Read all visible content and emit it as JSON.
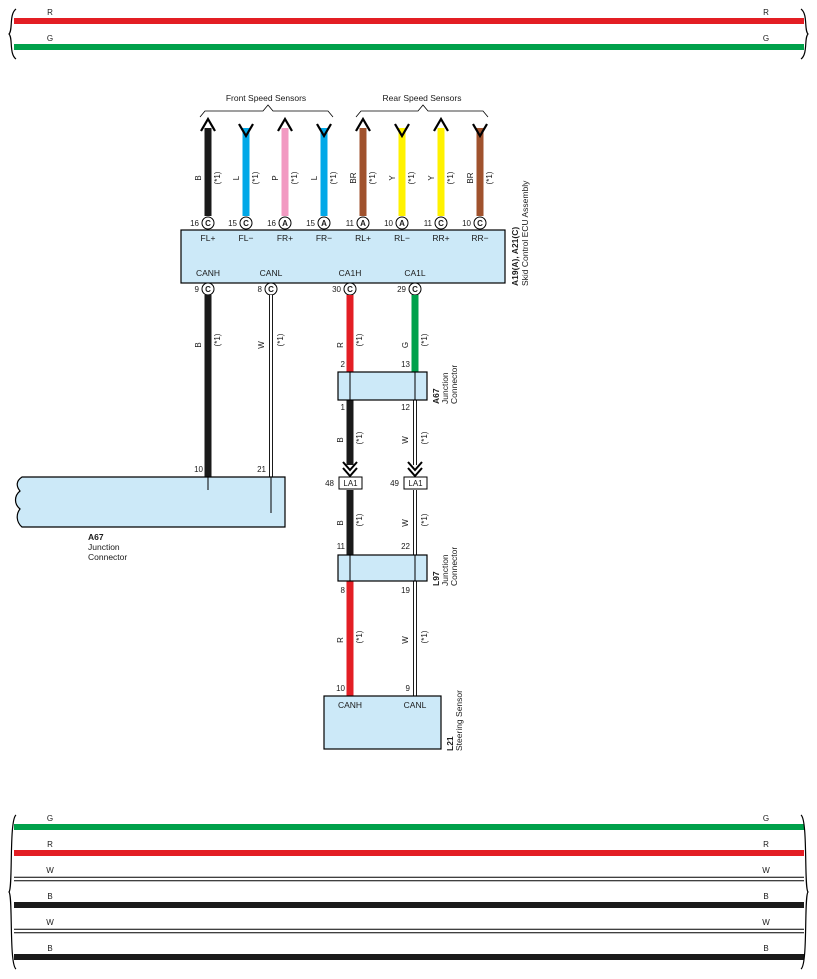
{
  "colors": {
    "R": "#e31e24",
    "G": "#00a14b",
    "B": "#1a1a1a",
    "W": "#ffffff",
    "L": "#00a8e8",
    "P": "#f29ac2",
    "BR": "#a0522d",
    "Y": "#fff200",
    "box_fill": "#cce9f8"
  },
  "top_bus": [
    {
      "left": "R",
      "right": "R",
      "color": "R"
    },
    {
      "left": "G",
      "right": "G",
      "color": "G"
    }
  ],
  "bottom_bus": [
    {
      "left": "G",
      "right": "G",
      "color": "G"
    },
    {
      "left": "R",
      "right": "R",
      "color": "R"
    },
    {
      "left": "W",
      "right": "W",
      "color": "W"
    },
    {
      "left": "B",
      "right": "B",
      "color": "B"
    },
    {
      "left": "W",
      "right": "W",
      "color": "W"
    },
    {
      "left": "B",
      "right": "B",
      "color": "B"
    }
  ],
  "groups": {
    "front": "Front Speed Sensors",
    "rear": "Rear Speed Sensors"
  },
  "ecu": {
    "code": "A19(A), A21(C)",
    "name": "Skid Control ECU Assembly",
    "top_pins": [
      {
        "num": "16",
        "conn": "C",
        "sig": "FL+",
        "wire": "B",
        "note": "(*1)",
        "dir": "up",
        "color": "B"
      },
      {
        "num": "15",
        "conn": "C",
        "sig": "FL−",
        "wire": "L",
        "note": "(*1)",
        "dir": "down",
        "color": "L"
      },
      {
        "num": "16",
        "conn": "A",
        "sig": "FR+",
        "wire": "P",
        "note": "(*1)",
        "dir": "up",
        "color": "P"
      },
      {
        "num": "15",
        "conn": "A",
        "sig": "FR−",
        "wire": "L",
        "note": "(*1)",
        "dir": "down",
        "color": "L"
      },
      {
        "num": "11",
        "conn": "A",
        "sig": "RL+",
        "wire": "BR",
        "note": "(*1)",
        "dir": "up",
        "color": "BR"
      },
      {
        "num": "10",
        "conn": "A",
        "sig": "RL−",
        "wire": "Y",
        "note": "(*1)",
        "dir": "down",
        "color": "Y"
      },
      {
        "num": "11",
        "conn": "C",
        "sig": "RR+",
        "wire": "Y",
        "note": "(*1)",
        "dir": "up",
        "color": "Y"
      },
      {
        "num": "10",
        "conn": "C",
        "sig": "RR−",
        "wire": "BR",
        "note": "(*1)",
        "dir": "down",
        "color": "BR"
      }
    ],
    "bottom_pins": [
      {
        "num": "9",
        "conn": "C",
        "sig": "CANH"
      },
      {
        "num": "8",
        "conn": "C",
        "sig": "CANL"
      },
      {
        "num": "30",
        "conn": "C",
        "sig": "CA1H"
      },
      {
        "num": "29",
        "conn": "C",
        "sig": "CA1L"
      }
    ]
  },
  "wires": {
    "canh_wire": "B",
    "canh_note": "(*1)",
    "canl_wire": "W",
    "canl_note": "(*1)",
    "ca1h_wire": "R",
    "ca1h_note": "(*1)",
    "ca1l_wire": "G",
    "ca1l_note": "(*1)",
    "a67_out_h_wire": "B",
    "a67_out_h_note": "(*1)",
    "a67_out_l_wire": "W",
    "a67_out_l_note": "(*1)",
    "la1_out_h_wire": "B",
    "la1_out_h_note": "(*1)",
    "la1_out_l_wire": "W",
    "la1_out_l_note": "(*1)",
    "l97_out_h_wire": "R",
    "l97_out_h_note": "(*1)",
    "l97_out_l_wire": "W",
    "l97_out_l_note": "(*1)"
  },
  "a67_small": {
    "code": "A67",
    "name1": "Junction",
    "name2": "Connector",
    "pin_in_h": "2",
    "pin_in_l": "13",
    "pin_out_h": "1",
    "pin_out_l": "12"
  },
  "la1": {
    "label": "LA1",
    "pin_h": "48",
    "pin_l": "49"
  },
  "a67_large": {
    "code": "A67",
    "name1": "Junction",
    "name2": "Connector",
    "pin_h": "10",
    "pin_l": "21"
  },
  "l97": {
    "code": "L97",
    "name1": "Junction",
    "name2": "Connector",
    "pin_in_h": "11",
    "pin_in_l": "22",
    "pin_out_h": "8",
    "pin_out_l": "19"
  },
  "l21": {
    "code": "L21",
    "name": "Steering Sensor",
    "pin_h": "10",
    "pin_l": "9",
    "sig_h": "CANH",
    "sig_l": "CANL"
  }
}
